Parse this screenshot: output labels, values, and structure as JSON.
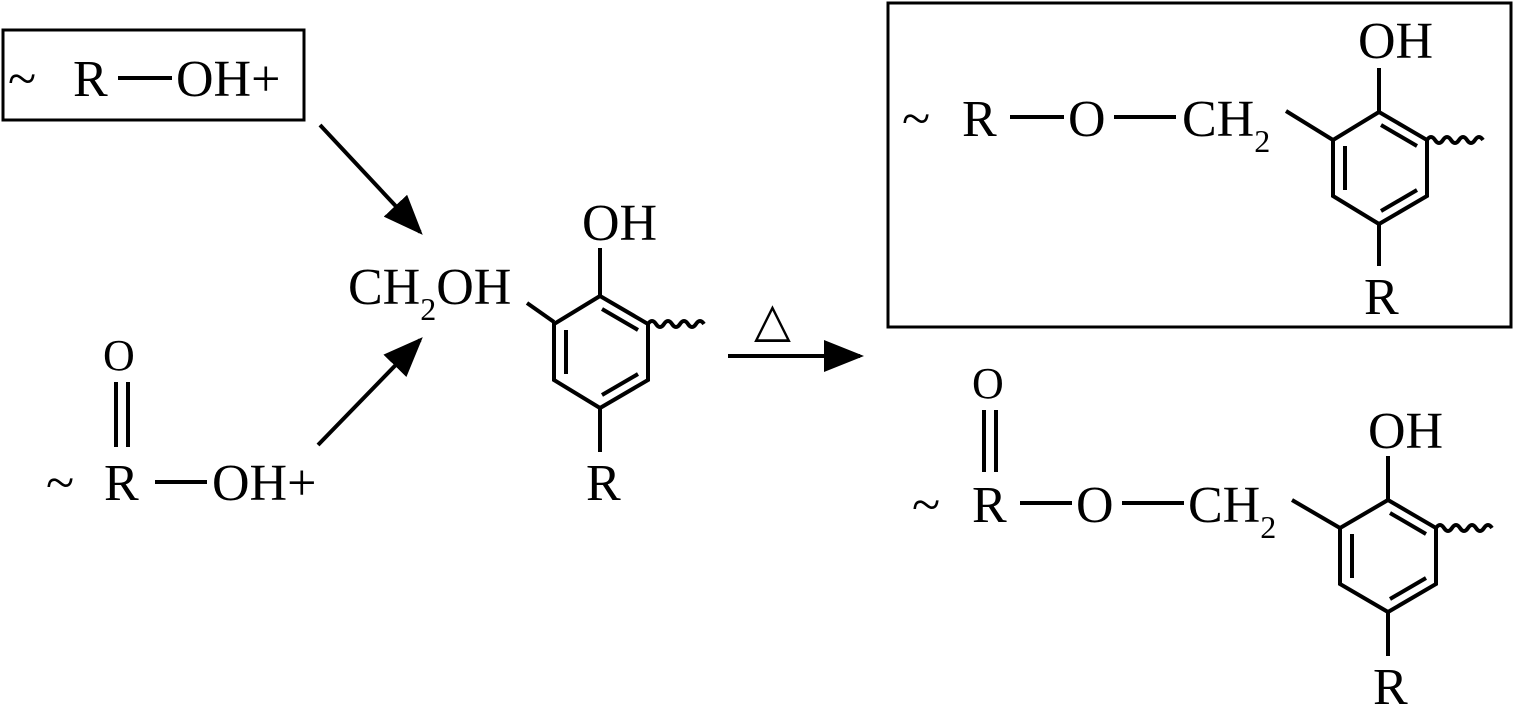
{
  "reactant_alcohol": {
    "tilde": "~",
    "r": "R",
    "oh": "OH+"
  },
  "reactant_acid": {
    "carbonyl_o": "O",
    "tilde": "~",
    "r": "R",
    "oh": "OH+"
  },
  "phenol_reactant": {
    "ch_text": "CH",
    "ch_sub": "2",
    "ch_oh": "OH",
    "ring_oh": "OH",
    "ring_r": "R"
  },
  "arrow": {
    "condition": "△"
  },
  "product_ether": {
    "tilde": "~",
    "r": "R",
    "o": "O",
    "ch_text": "CH",
    "ch_sub": "2",
    "ring_oh": "OH",
    "ring_r": "R"
  },
  "product_ester": {
    "carbonyl_o": "O",
    "tilde": "~",
    "r": "R",
    "o": "O",
    "ch_text": "CH",
    "ch_sub": "2",
    "ring_oh": "OH",
    "ring_r": "R"
  }
}
